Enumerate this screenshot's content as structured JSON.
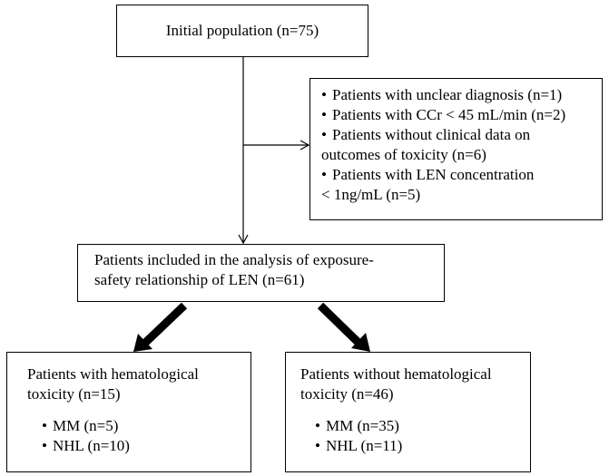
{
  "initial": {
    "label": "Initial population (n=75)"
  },
  "exclusions": {
    "items": [
      {
        "line1": "Patients with unclear diagnosis (n=1)",
        "line2": ""
      },
      {
        "line1": "Patients with CCr < 45 mL/min (n=2)",
        "line2": ""
      },
      {
        "line1": "Patients without clinical data on",
        "line2": "outcomes of toxicity (n=6)"
      },
      {
        "line1": "Patients with LEN concentration",
        "line2": "< 1ng/mL (n=5)"
      }
    ]
  },
  "included": {
    "line1": "Patients included in the analysis of exposure-",
    "line2": "safety relationship of LEN (n=61)"
  },
  "with_toxicity": {
    "line1": "Patients with hematological",
    "line2": "toxicity (n=15)",
    "items": [
      "MM (n=5)",
      "NHL (n=10)"
    ]
  },
  "without_toxicity": {
    "line1": "Patients without hematological",
    "line2": "toxicity (n=46)",
    "items": [
      "MM (n=35)",
      "NHL (n=11)"
    ]
  }
}
